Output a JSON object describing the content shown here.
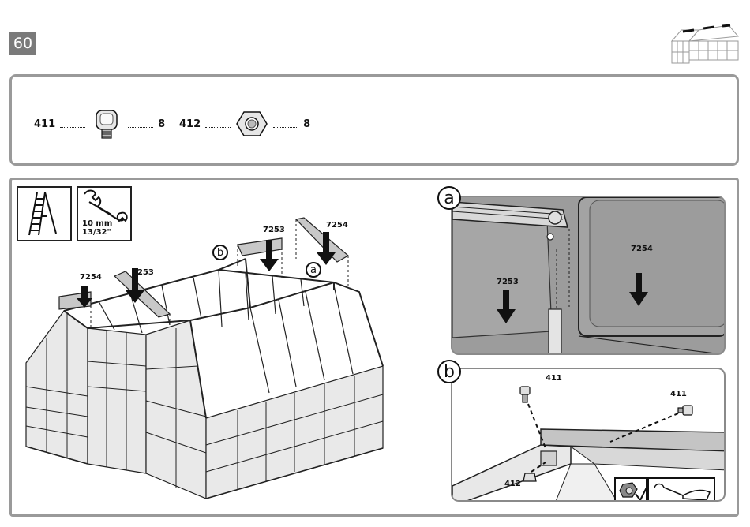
{
  "step": {
    "number": "60"
  },
  "parts": [
    {
      "code": "411",
      "qty": "8",
      "icon": "bolt-icon"
    },
    {
      "code": "412",
      "qty": "8",
      "icon": "nut-icon"
    }
  ],
  "tools": {
    "ladder": {
      "icon": "ladder-icon"
    },
    "wrench": {
      "icon": "wrench-icon",
      "size_mm": "10 mm",
      "size_in": "13/32\""
    }
  },
  "main": {
    "labels": {
      "part_7254_left": "7254",
      "part_7253_left": "7253",
      "part_7253_right": "7253",
      "part_7254_right": "7254"
    },
    "callouts": {
      "b": "b",
      "a": "a"
    }
  },
  "detail_a": {
    "letter": "a",
    "label_7253": "7253",
    "label_7254": "7254"
  },
  "detail_b": {
    "letter": "b",
    "label_411_left": "411",
    "label_411_right": "411",
    "label_412": "412"
  }
}
